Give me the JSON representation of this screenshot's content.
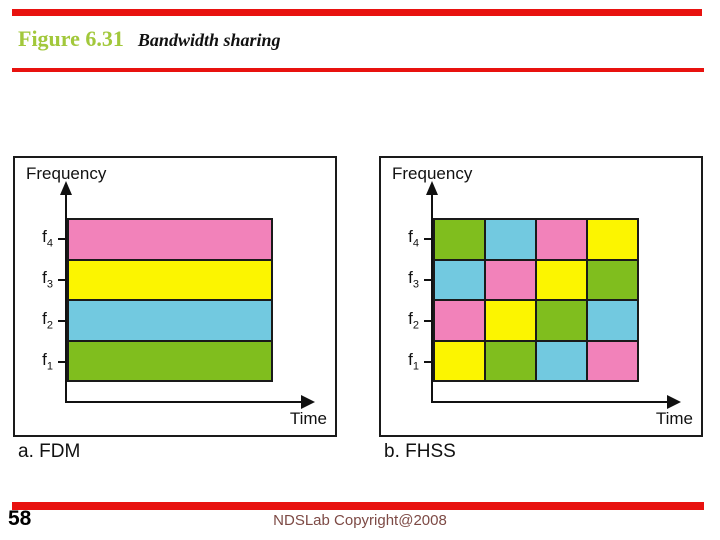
{
  "slide": {
    "figure_label": "Figure 6.31",
    "figure_caption": "Bandwidth sharing",
    "page_number": "58",
    "footer_text": "NDSLab Copyright@2008"
  },
  "colors": {
    "accent_red": "#e8120f",
    "figure_label_green": "#a2c83b",
    "footer_text_color": "#7d4a45",
    "pink": "#f282ba",
    "yellow": "#fcf500",
    "blue": "#72c9e0",
    "green": "#80be1e"
  },
  "panels": [
    {
      "caption": "a. FDM",
      "type": "bands",
      "y_axis_label": "Frequency",
      "x_axis_label": "Time",
      "freq_labels": [
        {
          "base": "f",
          "sub": "4"
        },
        {
          "base": "f",
          "sub": "3"
        },
        {
          "base": "f",
          "sub": "2"
        },
        {
          "base": "f",
          "sub": "1"
        }
      ],
      "bands": [
        "pink",
        "yellow",
        "blue",
        "green"
      ]
    },
    {
      "caption": "b. FHSS",
      "type": "grid",
      "y_axis_label": "Frequency",
      "x_axis_label": "Time",
      "freq_labels": [
        {
          "base": "f",
          "sub": "4"
        },
        {
          "base": "f",
          "sub": "3"
        },
        {
          "base": "f",
          "sub": "2"
        },
        {
          "base": "f",
          "sub": "1"
        }
      ],
      "grid": [
        [
          "green",
          "blue",
          "pink",
          "yellow"
        ],
        [
          "blue",
          "pink",
          "yellow",
          "green"
        ],
        [
          "pink",
          "yellow",
          "green",
          "blue"
        ],
        [
          "yellow",
          "green",
          "blue",
          "pink"
        ]
      ]
    }
  ]
}
